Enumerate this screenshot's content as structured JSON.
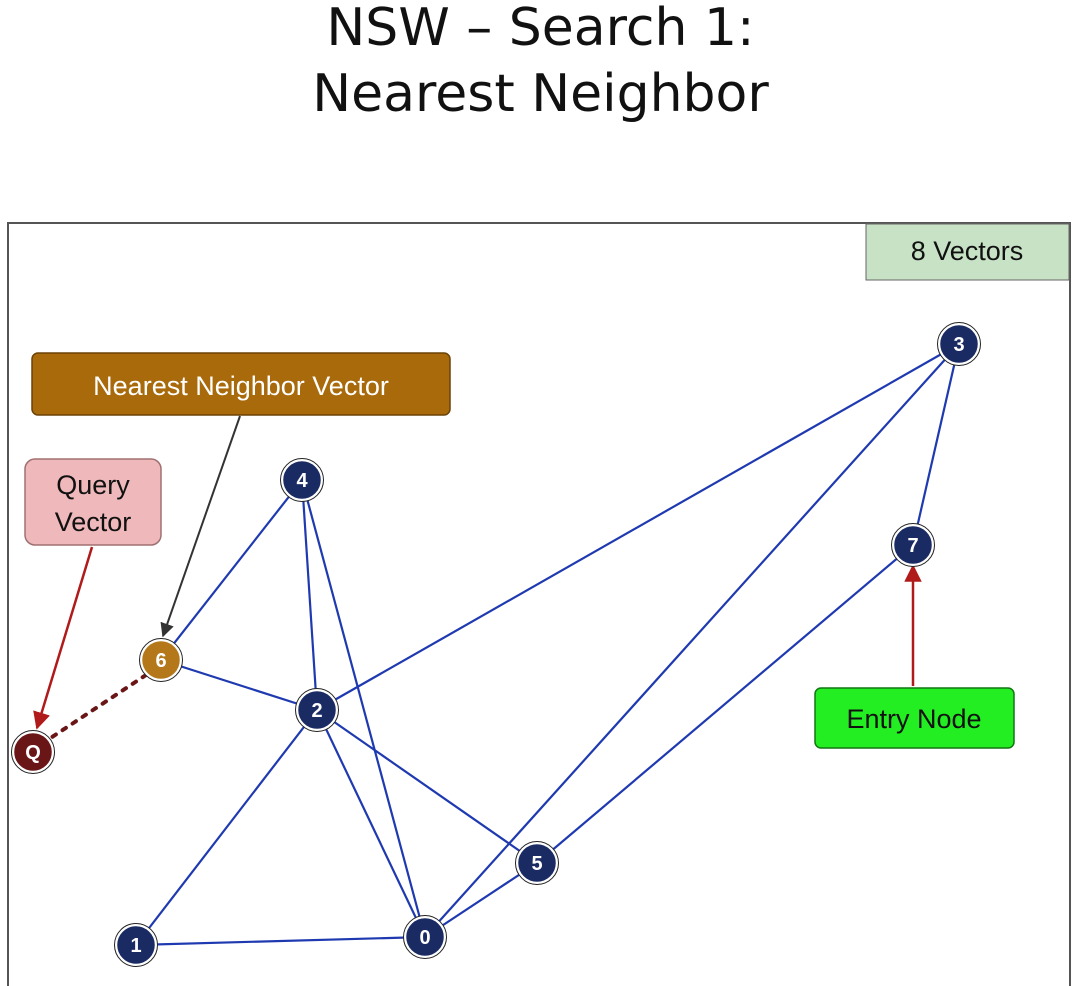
{
  "title": {
    "line1": "NSW – Search 1:",
    "line2": "Nearest Neighbor"
  },
  "badge": {
    "label": "8 Vectors",
    "color": "#c8e2c6"
  },
  "callouts": {
    "nearest_neighbor": {
      "label": "Nearest Neighbor Vector",
      "color": "#a86a0b"
    },
    "query_vector": {
      "line1": "Query",
      "line2": "Vector",
      "color": "#efb9bb"
    },
    "entry_node": {
      "label": "Entry Node",
      "color": "#22ee22"
    }
  },
  "colors": {
    "node": "#1a2a63",
    "edge": "#1f3ab0",
    "nearest_node": "#b4781a",
    "query_node": "#6a1616",
    "arrow_red": "#b01a1a",
    "arrow_dark": "#333333"
  },
  "nodes": [
    {
      "id": "0",
      "label": "0"
    },
    {
      "id": "1",
      "label": "1"
    },
    {
      "id": "2",
      "label": "2"
    },
    {
      "id": "3",
      "label": "3"
    },
    {
      "id": "4",
      "label": "4"
    },
    {
      "id": "5",
      "label": "5"
    },
    {
      "id": "6",
      "label": "6"
    },
    {
      "id": "7",
      "label": "7"
    },
    {
      "id": "Q",
      "label": "Q"
    }
  ],
  "edges": [
    [
      "1",
      "0"
    ],
    [
      "1",
      "2"
    ],
    [
      "2",
      "0"
    ],
    [
      "2",
      "4"
    ],
    [
      "2",
      "5"
    ],
    [
      "2",
      "3"
    ],
    [
      "4",
      "0"
    ],
    [
      "4",
      "6"
    ],
    [
      "6",
      "2"
    ],
    [
      "0",
      "5"
    ],
    [
      "0",
      "3"
    ],
    [
      "5",
      "7"
    ],
    [
      "7",
      "3"
    ]
  ]
}
